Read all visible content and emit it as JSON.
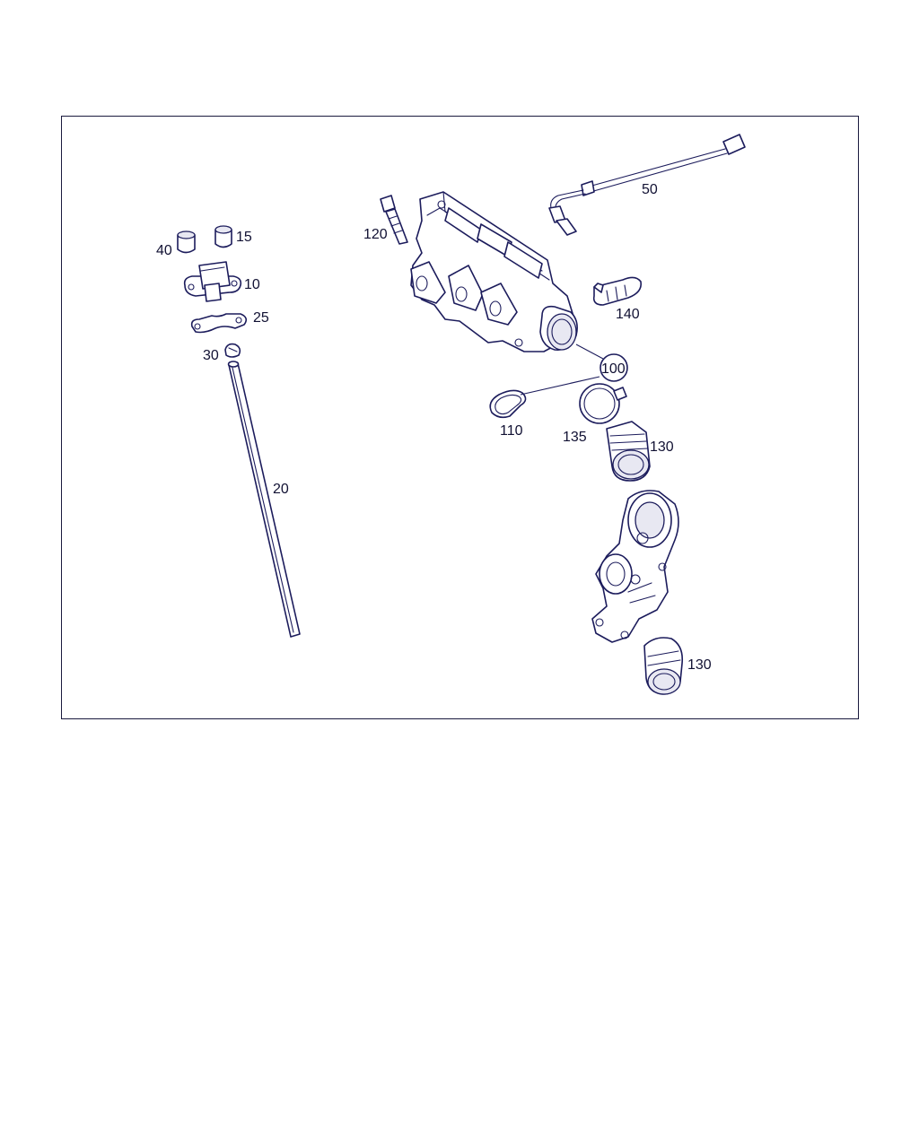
{
  "diagram": {
    "line_color": "#1c1c5c",
    "labels": {
      "p10": "10",
      "p15": "15",
      "p20": "20",
      "p25": "25",
      "p30": "30",
      "p40": "40",
      "p50": "50",
      "p100": "100",
      "p110": "110",
      "p120": "120",
      "p130a": "130",
      "p130b": "130",
      "p135": "135",
      "p140": "140"
    }
  }
}
